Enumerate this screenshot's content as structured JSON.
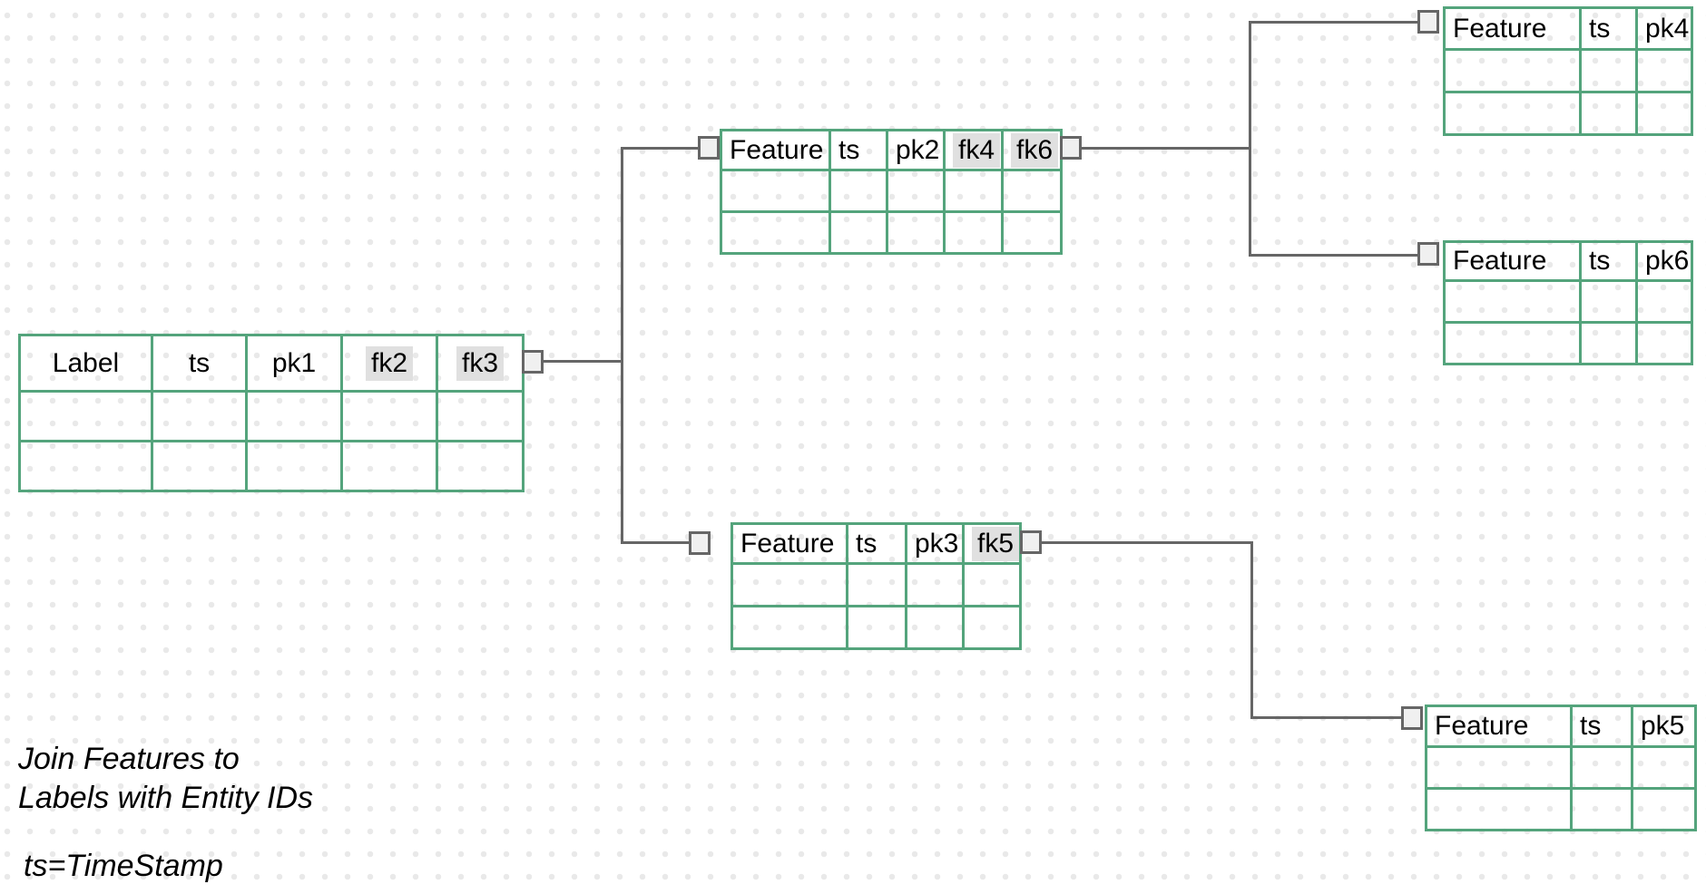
{
  "diagram": {
    "caption": {
      "line1": "Join Features to",
      "line2": "Labels with Entity IDs"
    },
    "legend": "ts=TimeStamp",
    "colors": {
      "table_border": "#54a47c",
      "connector": "#666666",
      "port_fill": "#f0f0f0",
      "column_highlight": "#e0e0e0",
      "dot_grid": "#e9e9e9",
      "text": "#000000"
    },
    "tables": [
      {
        "id": "label",
        "columns": [
          {
            "text": "Label",
            "highlight": false
          },
          {
            "text": "ts",
            "highlight": false
          },
          {
            "text": "pk1",
            "highlight": false
          },
          {
            "text": "fk2",
            "highlight": true
          },
          {
            "text": "fk3",
            "highlight": true
          }
        ],
        "empty_rows": 2
      },
      {
        "id": "feature-pk2",
        "columns": [
          {
            "text": "Feature",
            "highlight": false
          },
          {
            "text": "ts",
            "highlight": false
          },
          {
            "text": "pk2",
            "highlight": false
          },
          {
            "text": "fk4",
            "highlight": true
          },
          {
            "text": "fk6",
            "highlight": true
          }
        ],
        "empty_rows": 2
      },
      {
        "id": "feature-pk3",
        "columns": [
          {
            "text": "Feature",
            "highlight": false
          },
          {
            "text": "ts",
            "highlight": false
          },
          {
            "text": "pk3",
            "highlight": false
          },
          {
            "text": "fk5",
            "highlight": true
          }
        ],
        "empty_rows": 2
      },
      {
        "id": "feature-pk4",
        "columns": [
          {
            "text": "Feature",
            "highlight": false
          },
          {
            "text": "ts",
            "highlight": false
          },
          {
            "text": "pk4",
            "highlight": false
          }
        ],
        "empty_rows": 2
      },
      {
        "id": "feature-pk6",
        "columns": [
          {
            "text": "Feature",
            "highlight": false
          },
          {
            "text": "ts",
            "highlight": false
          },
          {
            "text": "pk6",
            "highlight": false
          }
        ],
        "empty_rows": 2
      },
      {
        "id": "feature-pk5",
        "columns": [
          {
            "text": "Feature",
            "highlight": false
          },
          {
            "text": "ts",
            "highlight": false
          },
          {
            "text": "pk5",
            "highlight": false
          }
        ],
        "empty_rows": 2
      }
    ],
    "edges": [
      {
        "from": "label",
        "to": "feature-pk2"
      },
      {
        "from": "label",
        "to": "feature-pk3"
      },
      {
        "from": "feature-pk2",
        "to": "feature-pk4"
      },
      {
        "from": "feature-pk2",
        "to": "feature-pk6"
      },
      {
        "from": "feature-pk3",
        "to": "feature-pk5"
      }
    ]
  }
}
